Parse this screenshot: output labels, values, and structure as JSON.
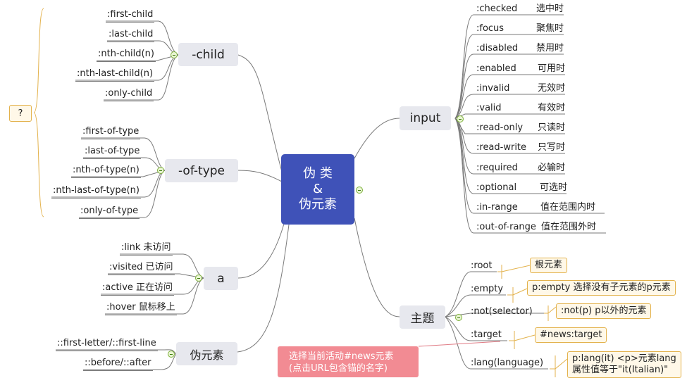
{
  "center": {
    "line1": "伪 类",
    "line2": "&",
    "line3": "伪元素"
  },
  "branches": {
    "child": {
      "label": "-child",
      "items": [
        ":first-child",
        ":last-child",
        ":nth-child(n)",
        ":nth-last-child(n)",
        ":only-child"
      ]
    },
    "of_type": {
      "label": "-of-type",
      "items": [
        ":first-of-type",
        ":last-of-type",
        ":nth-of-type(n)",
        ":nth-last-of-type(n)",
        ":only-of-type"
      ]
    },
    "a": {
      "label": "a",
      "items": [
        ":link   未访问",
        ":visited   已访问",
        ":active   正在访问",
        ":hover  鼠标移上"
      ]
    },
    "pseudo_element": {
      "label": "伪元素",
      "items": [
        "::first-letter/::first-line",
        "::before/::after"
      ]
    },
    "input": {
      "label": "input",
      "items": [
        {
          "sel": ":checked",
          "desc": "选中时"
        },
        {
          "sel": ":focus",
          "desc": "聚焦时"
        },
        {
          "sel": ":disabled",
          "desc": "禁用时"
        },
        {
          "sel": ":enabled",
          "desc": "可用时"
        },
        {
          "sel": ":invalid",
          "desc": "无效时"
        },
        {
          "sel": ":valid",
          "desc": "有效时"
        },
        {
          "sel": ":read-only",
          "desc": "只读时"
        },
        {
          "sel": ":read-write",
          "desc": "只写时"
        },
        {
          "sel": ":required",
          "desc": "必输时"
        },
        {
          "sel": ":optional",
          "desc": "可选时"
        },
        {
          "sel": ":in-range",
          "desc": "值在范围内时"
        },
        {
          "sel": ":out-of-range",
          "desc": "值在范围外时"
        }
      ]
    },
    "theme": {
      "label": "主题",
      "items": [
        ":root",
        ":empty",
        ":not(selector)",
        ":target",
        ":lang(language)"
      ],
      "notes": [
        "根元素",
        "p:empty 选择没有子元素的p元素",
        ":not(p)  p以外的元素",
        "#news:target",
        "p:lang(it)   <p>元素lang",
        "属性值等于\"it(Italian)\""
      ]
    }
  },
  "question": "?",
  "popup": {
    "line1": "选择当前活动#news元素",
    "line2": "(点击URL包含锚的名字)"
  },
  "colors": {
    "central": "#3f52b8",
    "subtopic": "#e7e8ee",
    "callout_border": "#e3b24c",
    "popup": "#f28b93",
    "line": "#777777"
  }
}
